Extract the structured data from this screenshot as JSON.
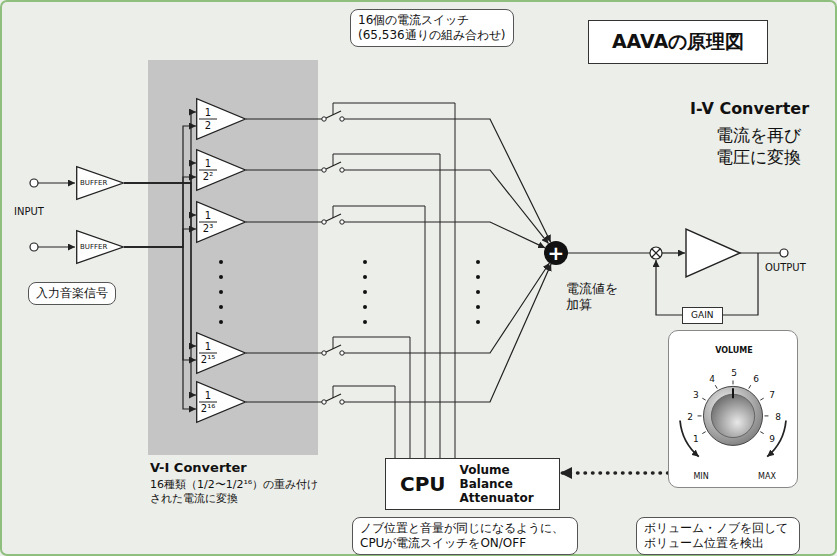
{
  "diagram": {
    "title": "AAVAの原理図",
    "nodes": [
      {
        "text": [
          "16個の電流スイッチ (65,536通りの組み合わせ)"
        ]
      },
      {
        "text": [
          "V-I Converter",
          "16種類（1/2〜1/2¹⁶）の重み付けされた電流に変換"
        ]
      },
      {
        "text": [
          "1",
          "2"
        ],
        "in": 1
      },
      {
        "text": [
          "1",
          "2²"
        ],
        "in": 1
      },
      {
        "text": [
          "1",
          "2³"
        ],
        "in": 1
      },
      {
        "text": [
          "1",
          "2¹⁵"
        ],
        "in": 1
      },
      {
        "text": [
          "1",
          "2¹⁶"
        ],
        "in": 1
      },
      {
        "text": [
          "BUFFER"
        ]
      },
      {
        "text": [
          "BUFFER"
        ]
      },
      {
        "text": [
          "入力音楽信号"
        ]
      },
      {
        "text": [
          "+"
        ]
      },
      {
        "text": [
          "GAIN"
        ]
      },
      {
        "text": [
          "CPU",
          "Volume Balance Attenuator"
        ]
      },
      {
        "text": [
          "VOLUME",
          "5",
          "4",
          "6",
          "3",
          "7",
          "2",
          "8",
          "1",
          "9",
          "MIN",
          "MAX"
        ]
      },
      {
        "text": [
          "ノブ位置と音量が同じになるように、CPUが電流スイッチをON/OFF"
        ]
      },
      {
        "text": [
          "ボリューム・ノブを回してボリューム位置を検出"
        ]
      }
    ],
    "edges": [
      {
        "from": 7,
        "to": 2,
        "arrow": "to"
      },
      {
        "from": 7,
        "to": 3,
        "arrow": "to"
      },
      {
        "from": 7,
        "to": 4,
        "arrow": "to"
      },
      {
        "from": 7,
        "to": 5,
        "arrow": "to"
      },
      {
        "from": 7,
        "to": 6,
        "arrow": "to"
      },
      {
        "from": 8,
        "to": 2,
        "arrow": "to"
      },
      {
        "from": 8,
        "to": 3,
        "arrow": "to"
      },
      {
        "from": 8,
        "to": 4,
        "arrow": "to"
      },
      {
        "from": 8,
        "to": 5,
        "arrow": "to"
      },
      {
        "from": 8,
        "to": 6,
        "arrow": "to"
      },
      {
        "from": 2,
        "to": 10,
        "arrow": "to"
      },
      {
        "from": 3,
        "to": 10,
        "arrow": "to"
      },
      {
        "from": 4,
        "to": 10,
        "arrow": "to"
      },
      {
        "from": 5,
        "to": 10,
        "arrow": "to"
      },
      {
        "from": 6,
        "to": 10,
        "arrow": "to"
      },
      {
        "from": 13,
        "to": 12,
        "arrow": "to"
      }
    ],
    "labels": [
      "INPUT",
      "I-V Converter",
      "電流を再び 電圧に変換",
      "OUTPUT",
      "電流値を 加算"
    ]
  }
}
